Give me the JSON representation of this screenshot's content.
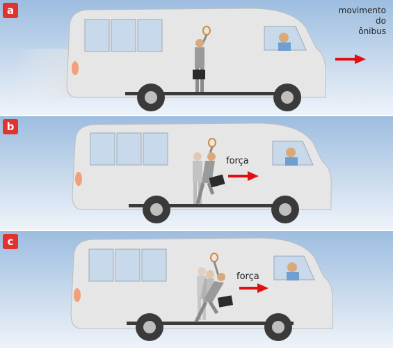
{
  "panels": [
    {
      "label": "a",
      "caption": [
        "movimento",
        "do",
        "ônibus"
      ]
    },
    {
      "label": "b",
      "caption": [
        "força"
      ]
    },
    {
      "label": "c",
      "caption": [
        "força"
      ]
    }
  ],
  "colors": {
    "sky_top": "#9dbde0",
    "sky_bottom": "#eef3f9",
    "bus_body": "#e6e6e6",
    "arrow": "#e01010",
    "badge": "#e0322f"
  }
}
